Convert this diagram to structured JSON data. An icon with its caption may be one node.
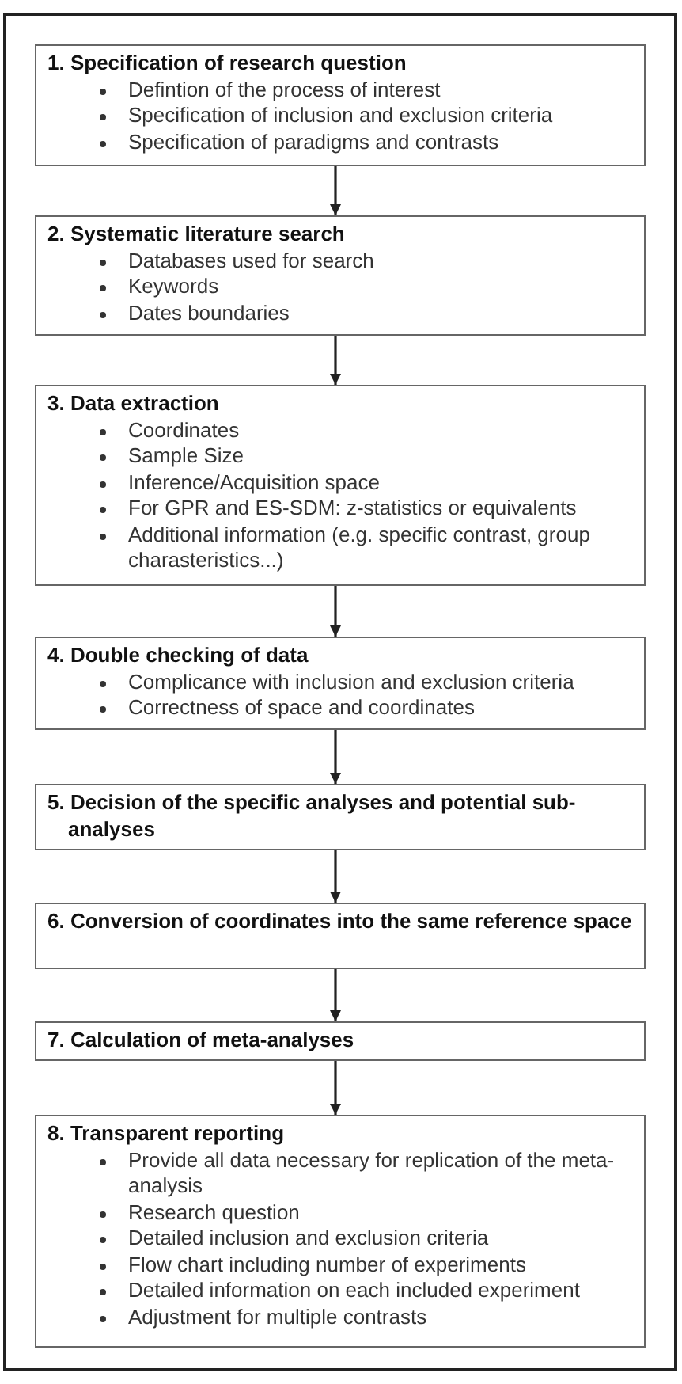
{
  "diagram": {
    "nodes": [
      {
        "text": [
          "1. Specification of research question",
          "Defintion of the process of interest",
          "Specification of inclusion and exclusion criteria",
          "Specification of paradigms and contrasts"
        ]
      },
      {
        "text": [
          "2. Systematic literature search",
          "Databases used for search",
          "Keywords",
          "Dates boundaries"
        ]
      },
      {
        "text": [
          "3. Data extraction",
          "Coordinates",
          "Sample Size",
          "Inference/Acquisition space",
          "For GPR and ES-SDM: z-statistics or equivalents",
          "Additional information (e.g. specific contrast, group charasteristics...)"
        ]
      },
      {
        "text": [
          "4. Double checking of data",
          "Complicance with inclusion and exclusion criteria",
          "Correctness of space and coordinates"
        ]
      },
      {
        "text": [
          "5. Decision of the specific analyses and potential sub-analyses"
        ]
      },
      {
        "text": [
          "6. Conversion of coordinates into the same reference space"
        ]
      },
      {
        "text": [
          "7. Calculation of meta-analyses"
        ]
      },
      {
        "text": [
          "8. Transparent reporting",
          "Provide all data necessary for replication of the meta-analysis",
          "Research question",
          "Detailed inclusion and exclusion criteria",
          "Flow chart including number of experiments",
          "Detailed information on each included experiment",
          "Adjustment for multiple contrasts"
        ]
      }
    ],
    "edges": [
      {
        "from": 0,
        "to": 1,
        "arrow": "to"
      },
      {
        "from": 1,
        "to": 2,
        "arrow": "to"
      },
      {
        "from": 2,
        "to": 3,
        "arrow": "to"
      },
      {
        "from": 3,
        "to": 4,
        "arrow": "to"
      },
      {
        "from": 4,
        "to": 5,
        "arrow": "to"
      },
      {
        "from": 5,
        "to": 6,
        "arrow": "to"
      },
      {
        "from": 6,
        "to": 7,
        "arrow": "to"
      }
    ]
  }
}
